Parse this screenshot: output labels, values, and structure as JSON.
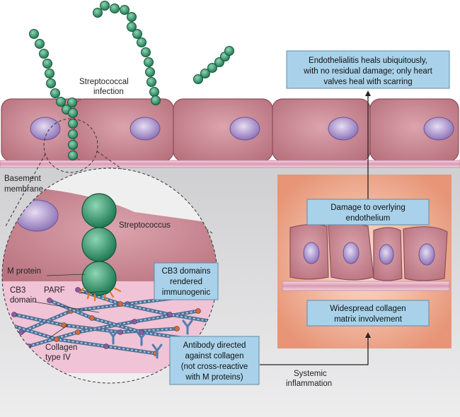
{
  "labels": {
    "strep_infection": [
      "Streptococcal",
      "infection"
    ],
    "basement_membrane": [
      "Basement",
      "membrane"
    ],
    "streptococcus": "Streptococcus",
    "m_protein": "M protein",
    "cb3_domain": [
      "CB3",
      "domain"
    ],
    "parf": "PARF",
    "collagen": [
      "Collagen",
      "type IV"
    ],
    "systemic": [
      "Systemic",
      "inflammation"
    ]
  },
  "boxes": {
    "endothelialitis": [
      "Endothelialitis heals ubiquitously,",
      "with no residual damage; only heart",
      "valves heal with scarring"
    ],
    "damage": [
      "Damage to overlying",
      "endothelium"
    ],
    "widespread": [
      "Widespread collagen",
      "matrix involvement"
    ],
    "cb3": [
      "CB3 domains",
      "rendered",
      "immunogenic"
    ],
    "antibody": [
      "Antibody directed",
      "against collagen",
      "(not cross-reactive",
      "with M proteins)"
    ]
  },
  "colors": {
    "cell": "#cf909a",
    "nucleus": "#a98fc8",
    "coccus": "#3a9a72",
    "box": "#a9d2ea",
    "panel": "#e9a285",
    "membrane": "#e6b3c6"
  }
}
